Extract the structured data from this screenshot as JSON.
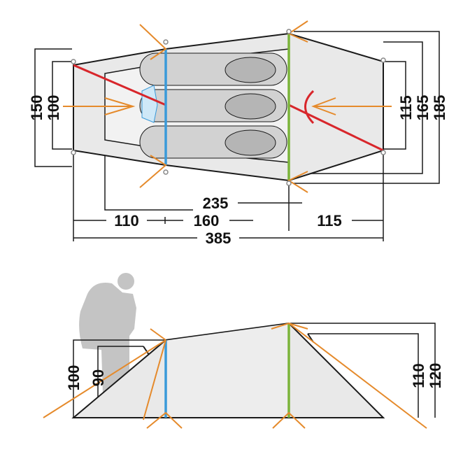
{
  "plan_view": {
    "width_labels": {
      "total": "385",
      "vestibule_rear": "110",
      "inner_middle": "160",
      "vestibule_front": "115",
      "inner_length": "235"
    },
    "height_labels_left": {
      "outer": "150",
      "inner": "100"
    },
    "height_labels_right": {
      "inner": "115",
      "mid": "165",
      "outer": "185"
    }
  },
  "side_view": {
    "height_labels_left": {
      "outer": "100",
      "inner": "90"
    },
    "height_labels_right": {
      "inner": "110",
      "outer": "120"
    }
  },
  "colors": {
    "outline": "#1a1a1a",
    "fill": "#e9e9e9",
    "pole_blue": "#3a9ad9",
    "pole_green": "#7bb43a",
    "pole_red": "#d8262b",
    "guyline_orange": "#e58a2b",
    "sleeping_pad": "#c8c8c8",
    "person_silhouette": "#c4c4c4"
  }
}
